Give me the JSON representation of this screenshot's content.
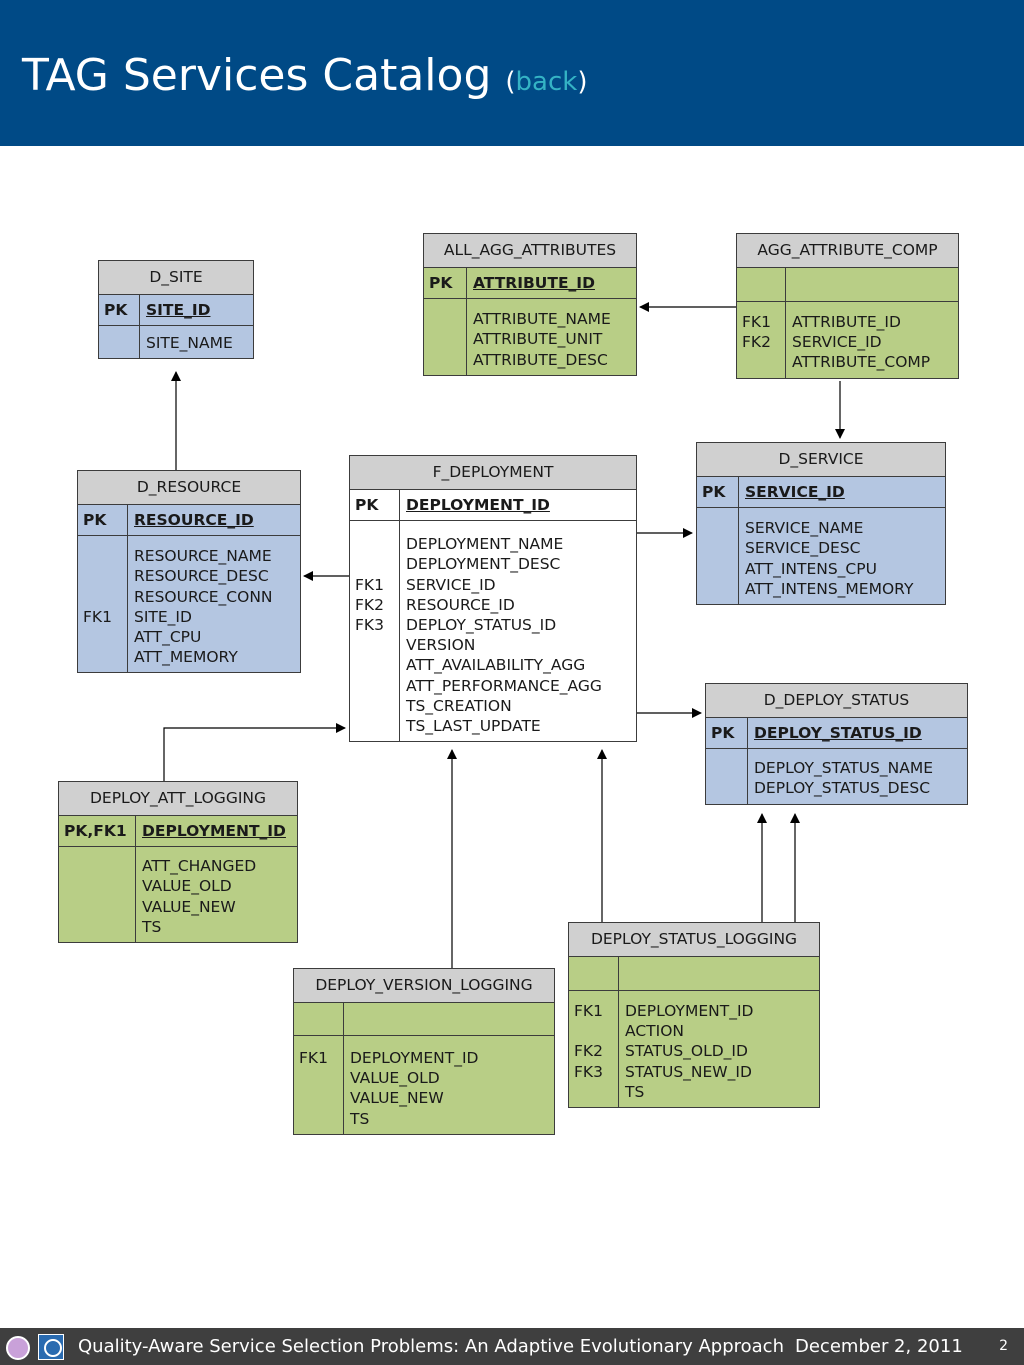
{
  "header": {
    "title": "TAG Services Catalog",
    "paren_open": "(",
    "back_label": "back",
    "paren_close": ")"
  },
  "entities": {
    "d_site": {
      "name": "D_SITE",
      "pk_key": "PK",
      "pk_cols": "SITE_ID",
      "body_keys": "",
      "body_cols": "SITE_NAME"
    },
    "all_agg_attributes": {
      "name": "ALL_AGG_ATTRIBUTES",
      "pk_key": "PK",
      "pk_cols": "ATTRIBUTE_ID",
      "body_keys": "",
      "body_cols": "ATTRIBUTE_NAME\nATTRIBUTE_UNIT\nATTRIBUTE_DESC"
    },
    "agg_attribute_comp": {
      "name": "AGG_ATTRIBUTE_COMP",
      "pk_key": "",
      "pk_cols": "",
      "body_keys": "FK1\nFK2",
      "body_cols": "ATTRIBUTE_ID\nSERVICE_ID\nATTRIBUTE_COMP"
    },
    "d_resource": {
      "name": "D_RESOURCE",
      "pk_key": "PK",
      "pk_cols": "RESOURCE_ID",
      "body_keys": "\n\n\nFK1",
      "body_cols": "RESOURCE_NAME\nRESOURCE_DESC\nRESOURCE_CONN\nSITE_ID\nATT_CPU\nATT_MEMORY"
    },
    "f_deployment": {
      "name": "F_DEPLOYMENT",
      "pk_key": "PK",
      "pk_cols": "DEPLOYMENT_ID",
      "body_keys": "\n\nFK1\nFK2\nFK3",
      "body_cols": "DEPLOYMENT_NAME\nDEPLOYMENT_DESC\nSERVICE_ID\nRESOURCE_ID\nDEPLOY_STATUS_ID\nVERSION\nATT_AVAILABILITY_AGG\nATT_PERFORMANCE_AGG\nTS_CREATION\nTS_LAST_UPDATE"
    },
    "d_service": {
      "name": "D_SERVICE",
      "pk_key": "PK",
      "pk_cols": "SERVICE_ID",
      "body_keys": "",
      "body_cols": "SERVICE_NAME\nSERVICE_DESC\nATT_INTENS_CPU\nATT_INTENS_MEMORY"
    },
    "d_deploy_status": {
      "name": "D_DEPLOY_STATUS",
      "pk_key": "PK",
      "pk_cols": "DEPLOY_STATUS_ID",
      "body_keys": "",
      "body_cols": "DEPLOY_STATUS_NAME\nDEPLOY_STATUS_DESC"
    },
    "deploy_att_logging": {
      "name": "DEPLOY_ATT_LOGGING",
      "pk_key": "PK,FK1",
      "pk_cols": "DEPLOYMENT_ID",
      "body_keys": "",
      "body_cols": "ATT_CHANGED\nVALUE_OLD\nVALUE_NEW\nTS"
    },
    "deploy_status_logging": {
      "name": "DEPLOY_STATUS_LOGGING",
      "pk_key": "",
      "pk_cols": "",
      "body_keys": "FK1\n\nFK2\nFK3",
      "body_cols": "DEPLOYMENT_ID\nACTION\nSTATUS_OLD_ID\nSTATUS_NEW_ID\nTS"
    },
    "deploy_version_logging": {
      "name": "DEPLOY_VERSION_LOGGING",
      "pk_key": "",
      "pk_cols": "",
      "body_keys": "FK1",
      "body_cols": "DEPLOYMENT_ID\nVALUE_OLD\nVALUE_NEW\nTS"
    }
  },
  "footer": {
    "text": "Quality-Aware Service Selection Problems: An Adaptive Evolutionary Approach",
    "date": "December 2, 2011",
    "page_number": "2"
  }
}
